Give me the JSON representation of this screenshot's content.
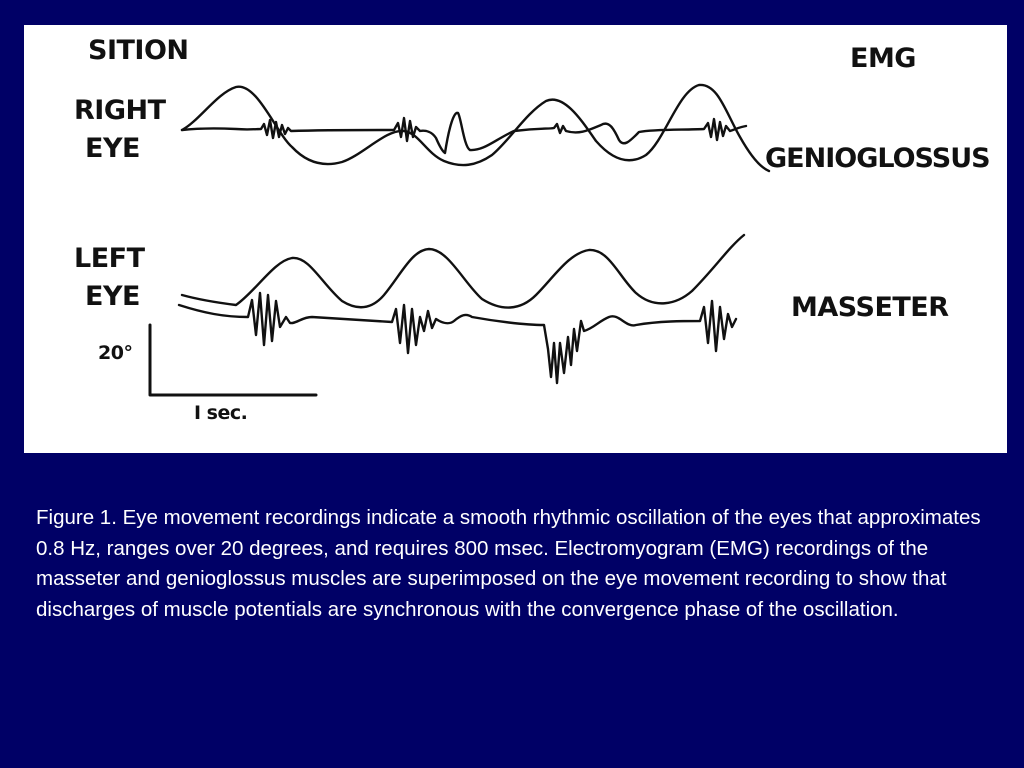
{
  "figure": {
    "labels": {
      "position": "SITION",
      "emg": "EMG",
      "right_eye_line1": "RIGHT",
      "right_eye_line2": "EYE",
      "genioglossus": "GENIOGLOSSUS",
      "left_eye_line1": "LEFT",
      "left_eye_line2": "EYE",
      "masseter": "MASSETER",
      "scale_degrees": "20°",
      "scale_time": "I sec."
    }
  },
  "caption": "Figure 1. Eye movement recordings indicate a smooth rhythmic oscillation of the eyes that approximates 0.8 Hz, ranges over 20 degrees, and requires 800 msec. Electromyogram (EMG) recordings of the masseter and genioglossus muscles are superimposed on the eye movement recording to show that discharges of muscle potentials are synchronous with the convergence phase of the oscillation.",
  "colors": {
    "slide_background": "#000066",
    "figure_background": "#ffffff",
    "trace_ink": "#111111",
    "caption_text": "#ffffff"
  }
}
